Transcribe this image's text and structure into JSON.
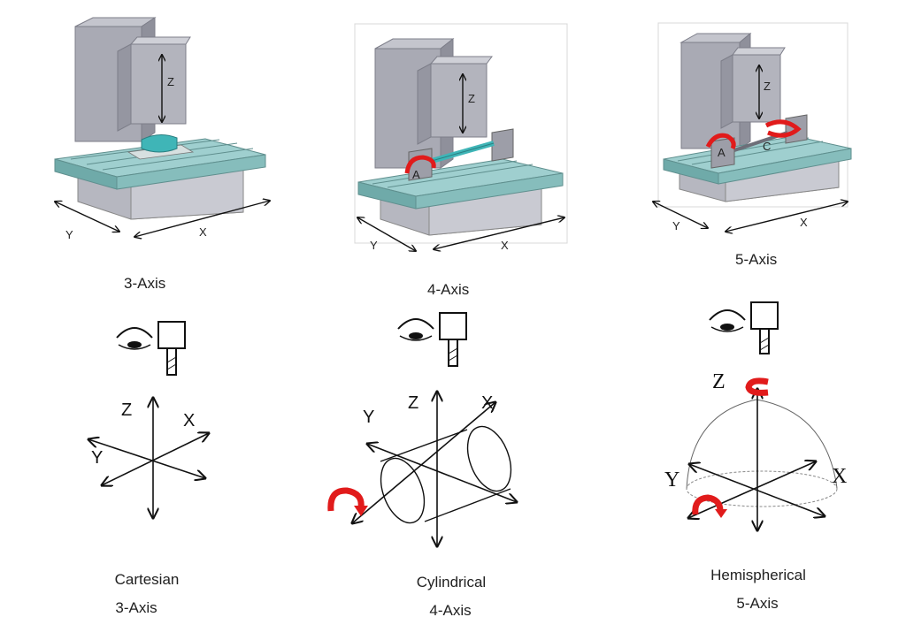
{
  "machines": [
    {
      "id": "m3",
      "caption": "3-Axis",
      "z": "Z",
      "x": "X",
      "y": "Y"
    },
    {
      "id": "m4",
      "caption": "4-Axis",
      "z": "Z",
      "x": "X",
      "y": "Y",
      "rot": "A"
    },
    {
      "id": "m5",
      "caption": "5-Axis",
      "z": "Z",
      "x": "X",
      "y": "Y",
      "rot": "A",
      "rot2": "C"
    }
  ],
  "coords": [
    {
      "id": "c3",
      "x": "X",
      "y": "Y",
      "z": "Z",
      "title": "Cartesian",
      "sub": "3-Axis"
    },
    {
      "id": "c4",
      "x": "X",
      "y": "Y",
      "z": "Z",
      "title": "Cylindrical",
      "sub": "4-Axis"
    },
    {
      "id": "c5",
      "x": "X",
      "y": "Y",
      "z": "Z",
      "title": "Hemispherical",
      "sub": "5-Axis"
    }
  ],
  "colors": {
    "machine_body": "#a9aab4",
    "machine_dark": "#8a8b96",
    "table": "#9fcfcf",
    "table_dark": "#6faaa9",
    "rotation_arrow": "#e11b1b",
    "part": "#3fb5b7"
  }
}
